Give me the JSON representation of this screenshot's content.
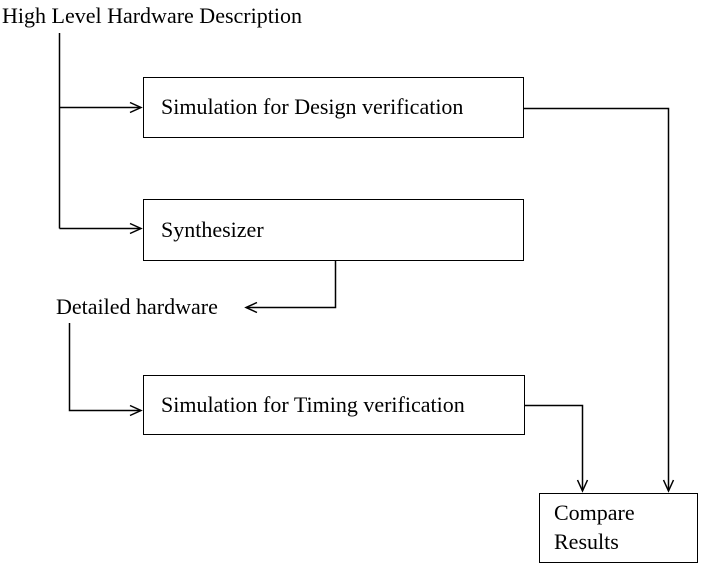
{
  "diagram": {
    "background_color": "#ffffff",
    "line_color": "#000000",
    "text_color": "#000000",
    "labels": {
      "title": "High Level Hardware Description",
      "detailed_hardware": "Detailed hardware"
    },
    "boxes": {
      "design_simulation": "Simulation for Design verification",
      "synthesizer": "Synthesizer",
      "timing_simulation": "Simulation for Timing verification",
      "compare_results": "Compare Results"
    }
  }
}
